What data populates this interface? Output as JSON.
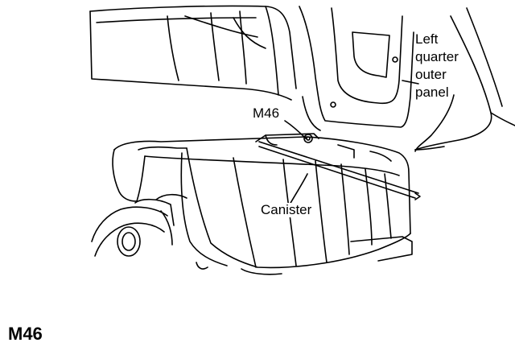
{
  "labels": {
    "panel": "Left\nquarter\nouter\npanel",
    "fastener": "M46",
    "canister": "Canister"
  },
  "figure_code": "M46",
  "colors": {
    "line": "#000000",
    "background": "#ffffff"
  }
}
